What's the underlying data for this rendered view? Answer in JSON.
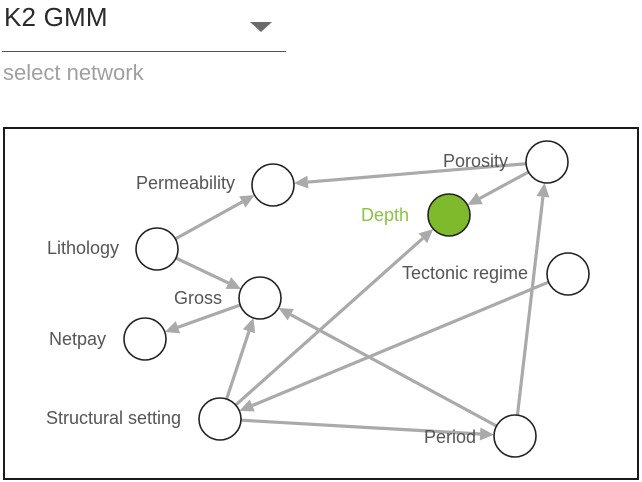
{
  "network_select": {
    "value": "K2 GMM",
    "helper_text": "select network",
    "caret_icon": "triangle-down-icon"
  },
  "graph": {
    "colors": {
      "edge": "#aaaaaa",
      "node_stroke": "#222222",
      "label": "#555555",
      "highlight_fill": "#7fba2d",
      "highlight_label": "#8ac53f"
    },
    "nodes": [
      {
        "id": "permeability",
        "label": "Permeability",
        "highlight": false
      },
      {
        "id": "porosity",
        "label": "Porosity",
        "highlight": false
      },
      {
        "id": "depth",
        "label": "Depth",
        "highlight": true
      },
      {
        "id": "lithology",
        "label": "Lithology",
        "highlight": false
      },
      {
        "id": "tectonic_regime",
        "label": "Tectonic regime",
        "highlight": false
      },
      {
        "id": "gross",
        "label": "Gross",
        "highlight": false
      },
      {
        "id": "netpay",
        "label": "Netpay",
        "highlight": false
      },
      {
        "id": "structural_setting",
        "label": "Structural setting",
        "highlight": false
      },
      {
        "id": "period",
        "label": "Period",
        "highlight": false
      }
    ],
    "edges": [
      {
        "from": "porosity",
        "to": "permeability"
      },
      {
        "from": "porosity",
        "to": "depth"
      },
      {
        "from": "lithology",
        "to": "permeability"
      },
      {
        "from": "lithology",
        "to": "gross"
      },
      {
        "from": "gross",
        "to": "netpay"
      },
      {
        "from": "structural_setting",
        "to": "gross"
      },
      {
        "from": "structural_setting",
        "to": "depth"
      },
      {
        "from": "structural_setting",
        "to": "period"
      },
      {
        "from": "tectonic_regime",
        "to": "structural_setting"
      },
      {
        "from": "period",
        "to": "gross"
      },
      {
        "from": "period",
        "to": "porosity"
      }
    ]
  }
}
